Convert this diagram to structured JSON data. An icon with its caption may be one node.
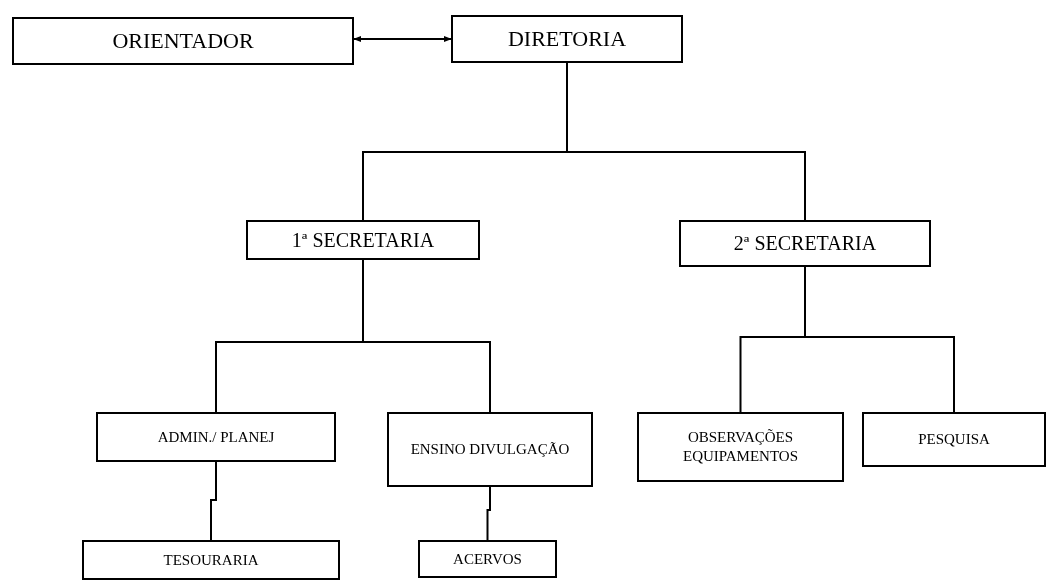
{
  "diagram": {
    "nodes": [
      {
        "text": [
          "ORIENTADOR"
        ]
      },
      {
        "text": [
          "DIRETORIA"
        ]
      },
      {
        "text": [
          "1ª SECRETARIA"
        ]
      },
      {
        "text": [
          "2ª SECRETARIA"
        ]
      },
      {
        "text": [
          "ADMIN./ PLANEJ"
        ]
      },
      {
        "text": [
          "ENSINO DIVULGAÇÃO"
        ]
      },
      {
        "text": [
          "OBSERVAÇÕES EQUIPAMENTOS"
        ]
      },
      {
        "text": [
          "PESQUISA"
        ]
      },
      {
        "text": [
          "TESOURARIA"
        ]
      },
      {
        "text": [
          "ACERVOS"
        ]
      }
    ],
    "edges": [
      {
        "from": 0,
        "to": 1,
        "arrow": "both"
      },
      {
        "from": 1,
        "to": 2,
        "arrow": "none"
      },
      {
        "from": 1,
        "to": 3,
        "arrow": "none"
      },
      {
        "from": 2,
        "to": 4,
        "arrow": "none"
      },
      {
        "from": 2,
        "to": 5,
        "arrow": "none"
      },
      {
        "from": 3,
        "to": 6,
        "arrow": "none"
      },
      {
        "from": 3,
        "to": 7,
        "arrow": "none"
      },
      {
        "from": 4,
        "to": 8,
        "arrow": "none"
      },
      {
        "from": 5,
        "to": 9,
        "arrow": "none"
      }
    ]
  }
}
